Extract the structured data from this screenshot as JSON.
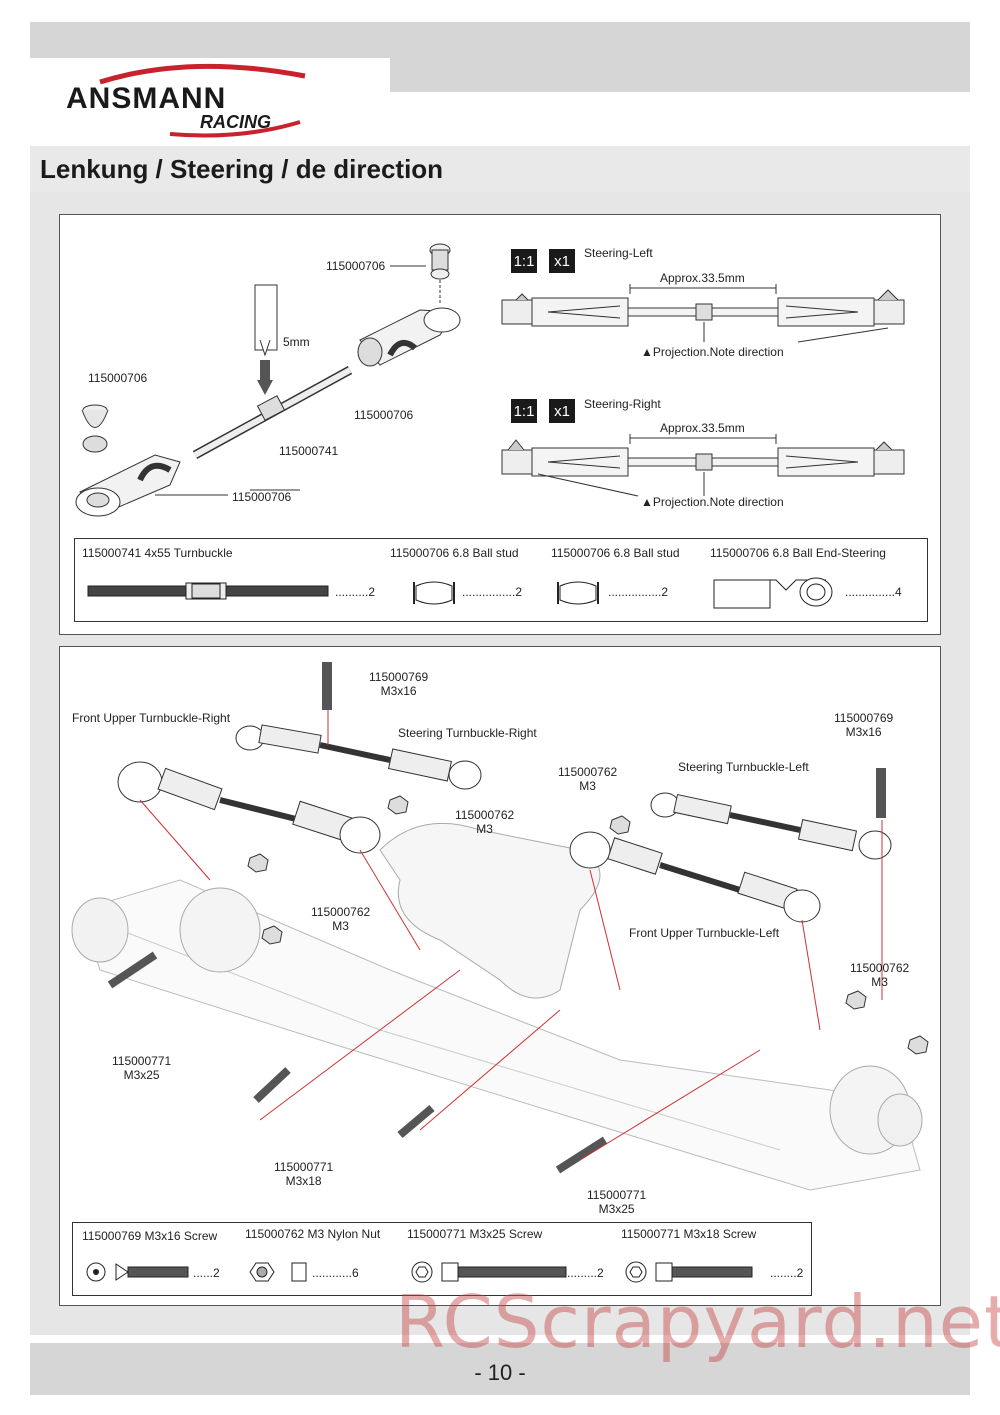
{
  "header": {
    "brand": "ANSMANN",
    "brand_sub": "RACING"
  },
  "section_title": "Lenkung / Steering / de direction",
  "panel1": {
    "callouts": {
      "ball_stud_top": "115000706",
      "tool_size": "5mm",
      "ball_stud_left": "115000706",
      "end_right": "115000706",
      "turnbuckle": "115000741",
      "end_left": "115000706"
    },
    "steering_left": {
      "scale": "1:1",
      "qty": "x1",
      "title": "Steering-Left",
      "dimension": "Approx.33.5mm",
      "note": "▲Projection.Note direction"
    },
    "steering_right": {
      "scale": "1:1",
      "qty": "x1",
      "title": "Steering-Right",
      "dimension": "Approx.33.5mm",
      "note": "▲Projection.Note direction"
    },
    "parts": [
      {
        "label": "115000741  4x55 Turnbuckle",
        "qty": "..........2"
      },
      {
        "label": "115000706  6.8 Ball stud",
        "qty": "................2"
      },
      {
        "label": "115000706  6.8 Ball stud",
        "qty": "................2"
      },
      {
        "label": "115000706  6.8 Ball End-Steering",
        "qty": "...............4"
      }
    ]
  },
  "panel2": {
    "callouts": [
      {
        "id": "screw_top",
        "text": "115000769\nM3x16"
      },
      {
        "id": "fut_right",
        "text": "Front Upper Turnbuckle-Right"
      },
      {
        "id": "st_right",
        "text": "Steering Turnbuckle-Right"
      },
      {
        "id": "nut_mid",
        "text": "115000762\nM3"
      },
      {
        "id": "nut_center",
        "text": "115000762\nM3"
      },
      {
        "id": "st_left",
        "text": "Steering Turnbuckle-Left"
      },
      {
        "id": "screw_right",
        "text": "115000769\nM3x16"
      },
      {
        "id": "nut_left",
        "text": "115000762\nM3"
      },
      {
        "id": "fut_left",
        "text": "Front Upper Turnbuckle-Left"
      },
      {
        "id": "nut_right",
        "text": "115000762\nM3"
      },
      {
        "id": "screw_25_left",
        "text": "115000771\nM3x25"
      },
      {
        "id": "screw_18",
        "text": "115000771\nM3x18"
      },
      {
        "id": "screw_25_right",
        "text": "115000771\nM3x25"
      }
    ],
    "parts": [
      {
        "label": "115000769  M3x16 Screw",
        "qty": "......2"
      },
      {
        "label": "115000762  M3 Nylon Nut",
        "qty": "............6"
      },
      {
        "label": "115000771  M3x25 Screw",
        "qty": ".........2"
      },
      {
        "label": "115000771  M3x18 Screw",
        "qty": "........2"
      }
    ]
  },
  "footer": {
    "page": "- 10 -",
    "watermark": "RCScrapyard.net"
  }
}
